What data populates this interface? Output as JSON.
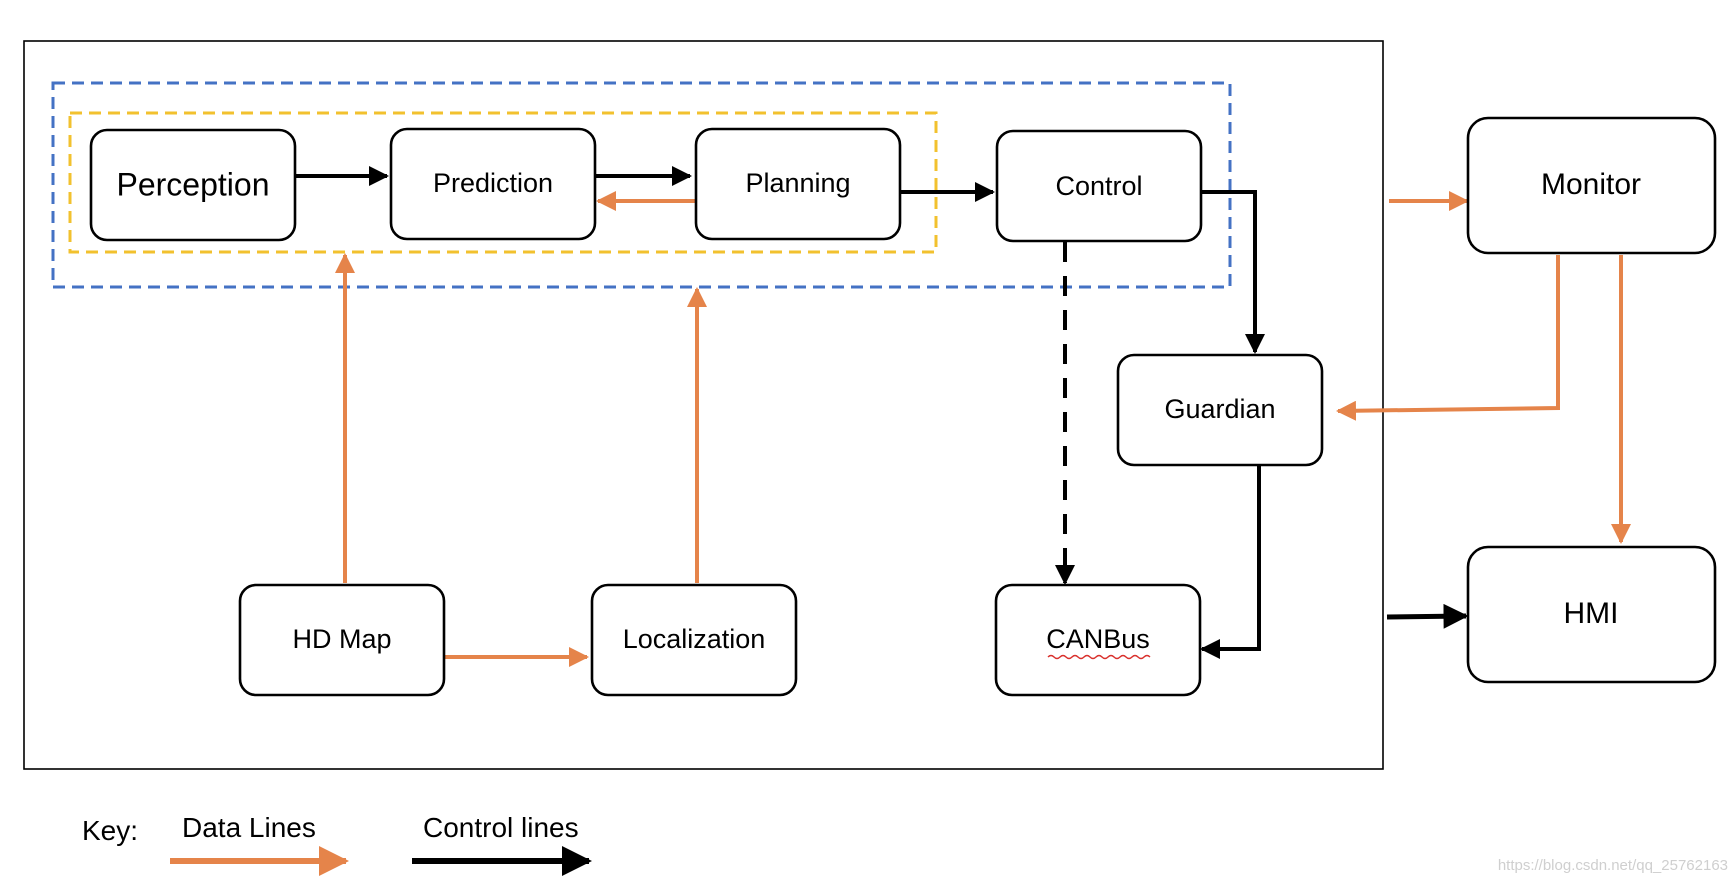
{
  "diagram": {
    "colors": {
      "data_line": "#E5844A",
      "control_line": "#000000",
      "blue_group": "#4472C4",
      "yellow_group": "#F2C12E"
    },
    "nodes": {
      "perception": "Perception",
      "prediction": "Prediction",
      "planning": "Planning",
      "control": "Control",
      "guardian": "Guardian",
      "monitor": "Monitor",
      "hmi": "HMI",
      "hd_map": "HD Map",
      "localization": "Localization",
      "canbus": "CANBus"
    },
    "edges": [
      {
        "from": "Perception",
        "to": "Prediction",
        "type": "control"
      },
      {
        "from": "Prediction",
        "to": "Planning",
        "type": "control"
      },
      {
        "from": "Planning",
        "to": "Prediction",
        "type": "data"
      },
      {
        "from": "Planning",
        "to": "Control",
        "type": "control"
      },
      {
        "from": "Control",
        "to": "Guardian",
        "type": "control"
      },
      {
        "from": "Control",
        "to": "CANBus",
        "type": "control-dashed"
      },
      {
        "from": "Guardian",
        "to": "CANBus",
        "type": "control"
      },
      {
        "from": "HD Map",
        "to": "Localization",
        "type": "data"
      },
      {
        "from": "HD Map",
        "to": "Perception/Prediction group",
        "type": "data"
      },
      {
        "from": "Localization",
        "to": "Planning group",
        "type": "data"
      },
      {
        "from": "System",
        "to": "Monitor",
        "type": "data"
      },
      {
        "from": "Monitor",
        "to": "Guardian",
        "type": "data"
      },
      {
        "from": "Monitor",
        "to": "HMI",
        "type": "data"
      },
      {
        "from": "System",
        "to": "HMI",
        "type": "control"
      }
    ]
  },
  "key": {
    "title": "Key:",
    "data_label": "Data Lines",
    "control_label": "Control lines"
  },
  "watermark": "https://blog.csdn.net/qq_25762163"
}
